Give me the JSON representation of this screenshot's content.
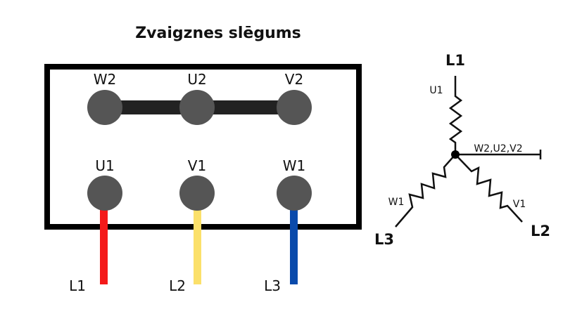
{
  "title": "Zvaigznes slēgums",
  "terminal_box": {
    "top_row": [
      {
        "label": "W2"
      },
      {
        "label": "U2"
      },
      {
        "label": "V2"
      }
    ],
    "bottom_row": [
      {
        "label": "U1",
        "line": "L1",
        "wire_color": "#f41a1a"
      },
      {
        "label": "V1",
        "line": "L2",
        "wire_color": "#fbe06a"
      },
      {
        "label": "W1",
        "line": "L3",
        "wire_color": "#0a4aab"
      }
    ],
    "terminal_color": "#555555",
    "bridge_color": "#222222",
    "frame_color": "#000000"
  },
  "schematic": {
    "star_point_label": "W2,U2,V2",
    "windings": [
      {
        "winding": "U1",
        "line": "L1"
      },
      {
        "winding": "V1",
        "line": "L2"
      },
      {
        "winding": "W1",
        "line": "L3"
      }
    ]
  }
}
